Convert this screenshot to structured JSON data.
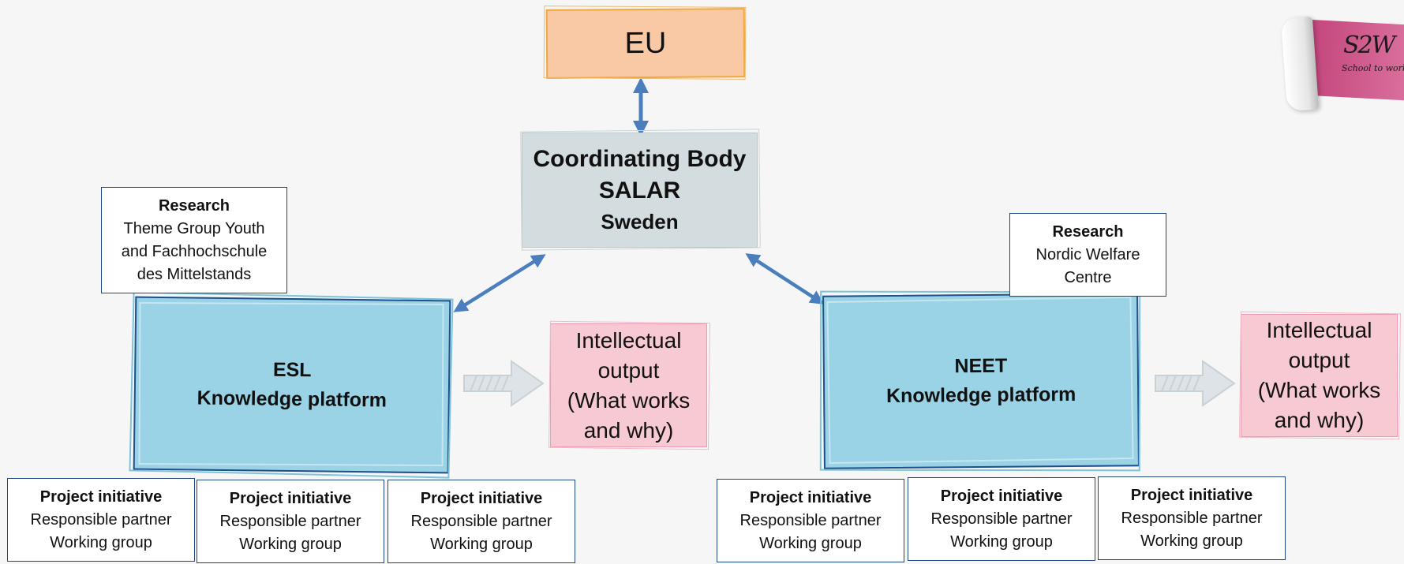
{
  "eu": {
    "label": "EU"
  },
  "coordinating_body": {
    "line1": "Coordinating Body",
    "line2": "SALAR",
    "line3": "Sweden"
  },
  "research_left": {
    "heading": "Research",
    "line1": "Theme Group Youth",
    "line2": "and Fachhochschule",
    "line3": "des Mittelstands"
  },
  "research_right": {
    "heading": "Research",
    "line1": "Nordic Welfare",
    "line2": "Centre"
  },
  "platform_esl": {
    "line1": "ESL",
    "line2": "Knowledge platform"
  },
  "platform_neet": {
    "line1": "NEET",
    "line2": "Knowledge platform"
  },
  "output_esl": {
    "line1": "Intellectual",
    "line2": "output",
    "line3": "(What works",
    "line4": "and why)"
  },
  "output_neet": {
    "line1": "Intellectual",
    "line2": "output",
    "line3": "(What works",
    "line4": "and why)"
  },
  "project_box": {
    "heading": "Project initiative",
    "line1": "Responsible partner",
    "line2": "Working group"
  },
  "logo": {
    "brand": "S2W",
    "tagline": "School to work"
  },
  "colors": {
    "eu_fill": "#f9c9a5",
    "coord_fill": "#d3dde0",
    "platform_fill": "#9ad3e5",
    "output_fill": "#f7c9d2",
    "border_navy": "#22467e",
    "arrow_blue": "#4a7ebd",
    "logo_pink": "#c3447a"
  }
}
